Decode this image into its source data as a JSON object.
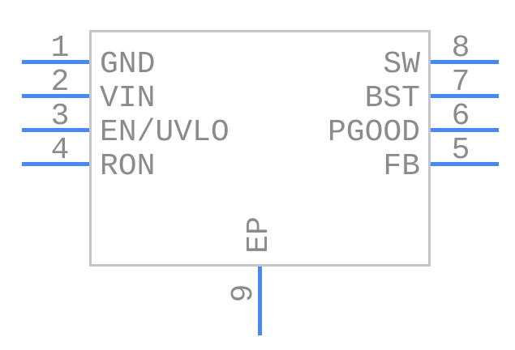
{
  "symbol": {
    "pins": {
      "left": [
        {
          "number": "1",
          "name": "GND"
        },
        {
          "number": "2",
          "name": "VIN"
        },
        {
          "number": "3",
          "name": "EN/UVLO"
        },
        {
          "number": "4",
          "name": "RON"
        }
      ],
      "right": [
        {
          "number": "8",
          "name": "SW"
        },
        {
          "number": "7",
          "name": "BST"
        },
        {
          "number": "6",
          "name": "PGOOD"
        },
        {
          "number": "5",
          "name": "FB"
        }
      ],
      "bottom": [
        {
          "number": "9",
          "name": "EP"
        }
      ]
    },
    "colors": {
      "pin_line": "#4788f4",
      "pin_text": "#8b8b8b",
      "body_border": "#c5c5c5",
      "background": "#ffffff"
    }
  }
}
